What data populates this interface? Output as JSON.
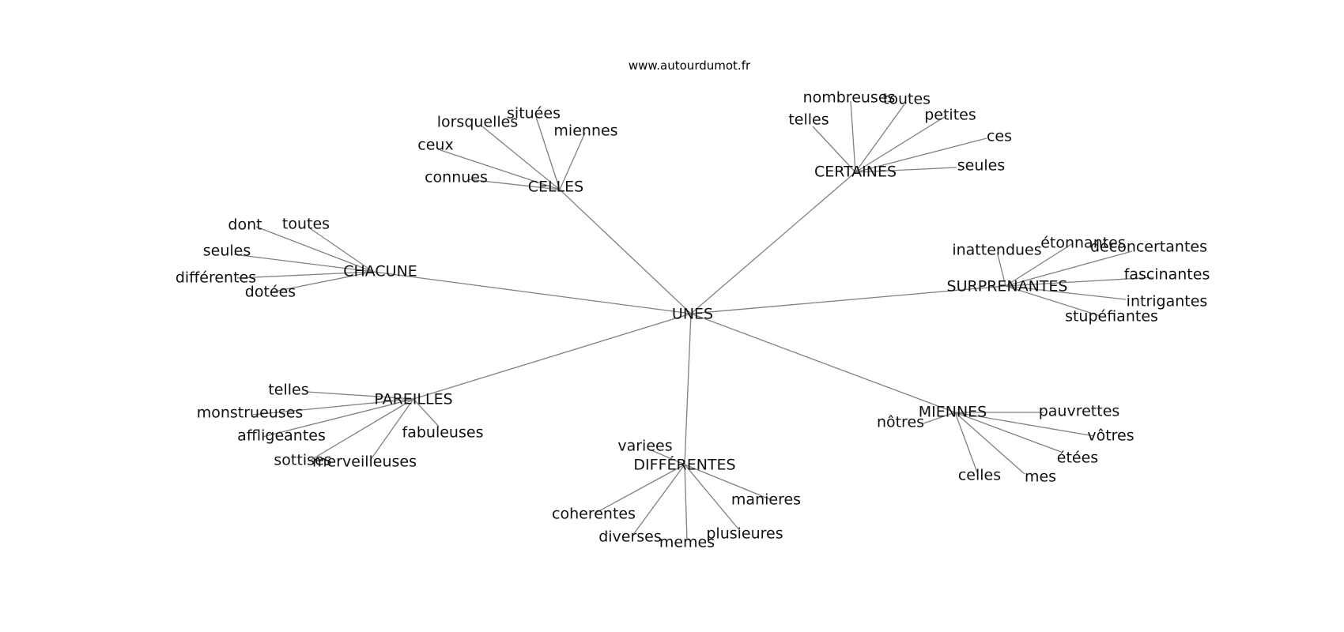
{
  "site": "www.autourdumot.fr",
  "center": "UNES",
  "groups": [
    {
      "name": "CELLES",
      "words": [
        "lorsquelles",
        "situées",
        "miennes",
        "ceux",
        "connues"
      ]
    },
    {
      "name": "CERTAINES",
      "words": [
        "nombreuses",
        "toutes",
        "telles",
        "petites",
        "ces",
        "seules"
      ]
    },
    {
      "name": "CHACUNE",
      "words": [
        "dont",
        "toutes",
        "seules",
        "différentes",
        "dotées"
      ]
    },
    {
      "name": "SURPRENANTES",
      "words": [
        "inattendues",
        "étonnantes",
        "déconcertantes",
        "fascinantes",
        "intrigantes",
        "stupéfiantes"
      ]
    },
    {
      "name": "PAREILLES",
      "words": [
        "telles",
        "monstrueuses",
        "affligeantes",
        "fabuleuses",
        "sottises",
        "merveilleuses"
      ]
    },
    {
      "name": "MIENNES",
      "words": [
        "nôtres",
        "pauvrettes",
        "vôtres",
        "étées",
        "celles",
        "mes"
      ]
    },
    {
      "name": "DIFFÉRENTES",
      "words": [
        "variees",
        "manieres",
        "coherentes",
        "diverses",
        "memes",
        "plusieures"
      ]
    }
  ],
  "colors": {
    "edge": "#808080",
    "text": "#111111",
    "background": "#ffffff"
  }
}
